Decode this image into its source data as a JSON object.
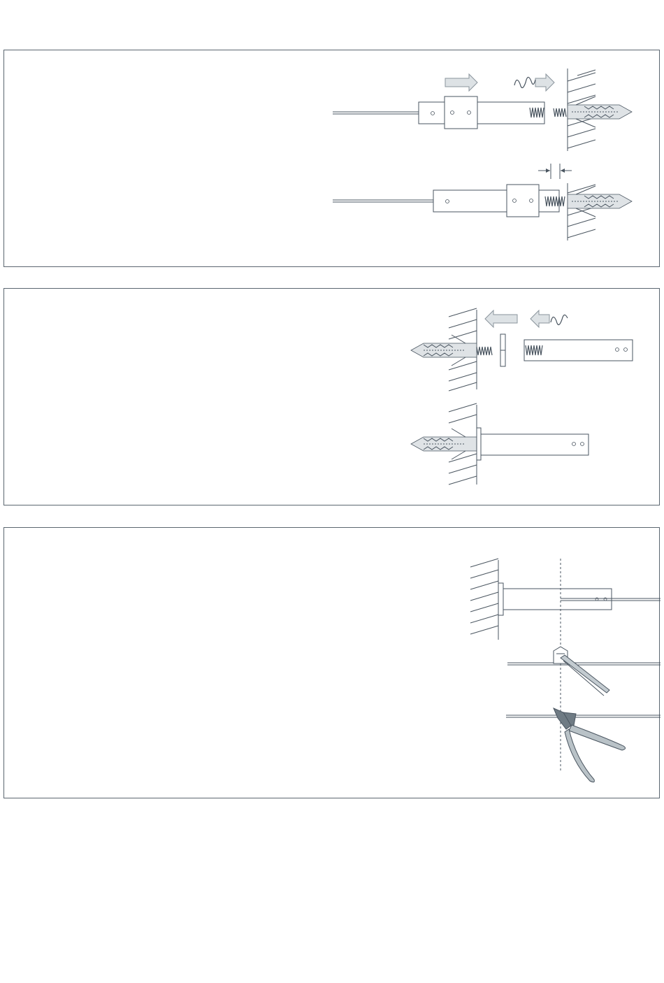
{
  "panels": [
    {
      "id": "panel-1",
      "steps": [
        "slide-sleeve-and-screw-into-anchor",
        "leave-gap-at-wall"
      ]
    },
    {
      "id": "panel-2",
      "steps": [
        "screw-bracket-onto-anchor",
        "bracket-mounted-flush"
      ]
    },
    {
      "id": "panel-3",
      "steps": [
        "mark-cable-at-bracket-end",
        "crimp-cable",
        "cut-cable"
      ]
    }
  ],
  "icons": {
    "push_arrow": "push-arrow-icon",
    "rotate_arrow": "rotate-arrow-icon",
    "gap_marker": "gap-dimension-icon",
    "crimp_tool": "crimping-tool-icon",
    "cutter": "wire-cutter-icon"
  },
  "colors": {
    "frame": "#5b6670",
    "line": "#4a5560",
    "arrow_fill": "#dde2e5",
    "anchor_fill": "#dfe3e6",
    "tool_handle": "#b9c2c7"
  }
}
